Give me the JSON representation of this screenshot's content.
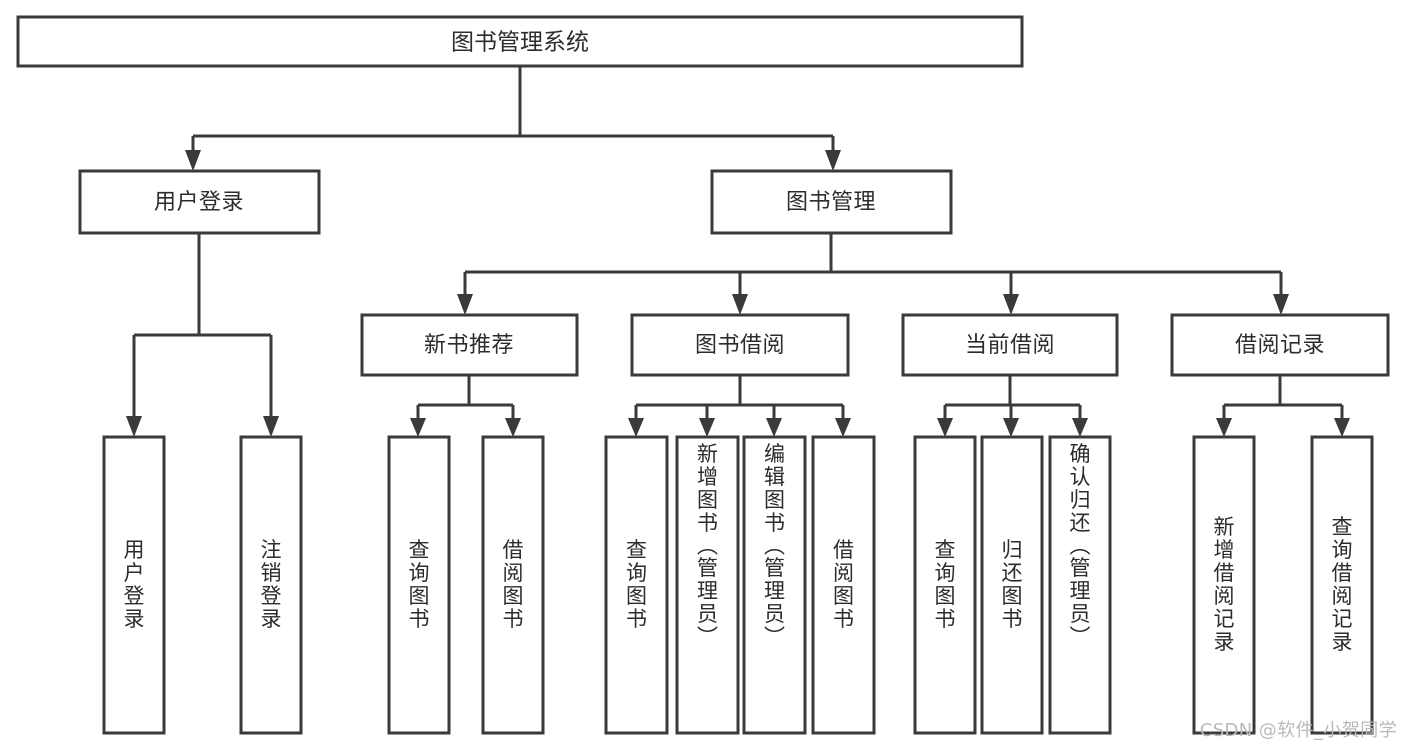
{
  "diagram": {
    "title": "图书管理系统",
    "type": "tree",
    "watermark": "CSDN @软件_小贺同学",
    "colors": {
      "background": "#ffffff",
      "box_fill": "#ffffff",
      "box_stroke": "#3a3a3c",
      "text": "#2c2c2e",
      "watermark": "#b9b9bb"
    },
    "root": {
      "id": "root",
      "label": "图书管理系统"
    },
    "level2": [
      {
        "id": "user-login",
        "label": "用户登录"
      },
      {
        "id": "book-manage",
        "label": "图书管理"
      }
    ],
    "level3": [
      {
        "id": "new-book-rec",
        "label": "新书推荐",
        "parent": "book-manage"
      },
      {
        "id": "book-borrow",
        "label": "图书借阅",
        "parent": "book-manage"
      },
      {
        "id": "current-borrow",
        "label": "当前借阅",
        "parent": "book-manage"
      },
      {
        "id": "borrow-record",
        "label": "借阅记录",
        "parent": "book-manage"
      }
    ],
    "leaves": [
      {
        "id": "leaf-user-login",
        "label": "用户登录",
        "parent": "user-login"
      },
      {
        "id": "leaf-logout",
        "label": "注销登录",
        "parent": "user-login"
      },
      {
        "id": "leaf-query-book-1",
        "label": "查询图书",
        "parent": "new-book-rec"
      },
      {
        "id": "leaf-borrow-book-1",
        "label": "借阅图书",
        "parent": "new-book-rec"
      },
      {
        "id": "leaf-query-book-2",
        "label": "查询图书",
        "parent": "book-borrow"
      },
      {
        "id": "leaf-add-book",
        "label": "新增图书（管理员）",
        "parent": "book-borrow"
      },
      {
        "id": "leaf-edit-book",
        "label": "编辑图书（管理员）",
        "parent": "book-borrow"
      },
      {
        "id": "leaf-borrow-book-2",
        "label": "借阅图书",
        "parent": "book-borrow"
      },
      {
        "id": "leaf-query-book-3",
        "label": "查询图书",
        "parent": "current-borrow"
      },
      {
        "id": "leaf-return-book",
        "label": "归还图书",
        "parent": "current-borrow"
      },
      {
        "id": "leaf-confirm-return",
        "label": "确认归还（管理员）",
        "parent": "current-borrow"
      },
      {
        "id": "leaf-add-record",
        "label": "新增借阅记录",
        "parent": "borrow-record"
      },
      {
        "id": "leaf-query-record",
        "label": "查询借阅记录",
        "parent": "borrow-record"
      }
    ]
  }
}
